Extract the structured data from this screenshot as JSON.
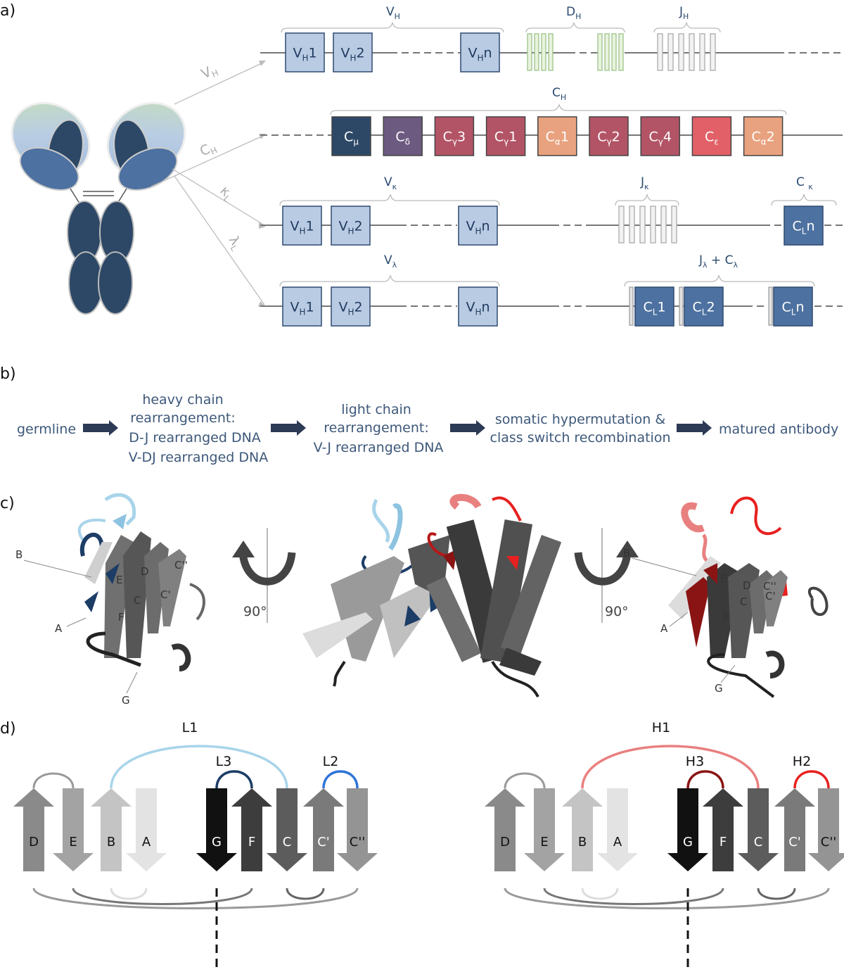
{
  "panels": {
    "a": "a)",
    "b": "b)",
    "c": "c)",
    "d": "d)"
  },
  "antibody_arrows": {
    "vh": "V",
    "vh_sub": "H",
    "ch": "C",
    "ch_sub": "H",
    "kappa": "κ",
    "kappa_sub": "L",
    "lambda": "λ",
    "lambda_sub": "L"
  },
  "heavy_v": {
    "v_group": "V",
    "v_group_sub": "H",
    "d_group": "D",
    "d_group_sub": "H",
    "j_group": "J",
    "j_group_sub": "H",
    "genes": [
      {
        "main": "V",
        "sub": "H",
        "suf": "1"
      },
      {
        "main": "V",
        "sub": "H",
        "suf": "2"
      },
      {
        "main": "V",
        "sub": "H",
        "suf": "n"
      }
    ]
  },
  "heavy_c": {
    "group": "C",
    "group_sub": "H",
    "genes": [
      {
        "main": "C",
        "sub": "μ",
        "suf": "",
        "color": "#2d4866"
      },
      {
        "main": "C",
        "sub": "δ",
        "suf": "",
        "color": "#6d5a80"
      },
      {
        "main": "C",
        "sub": "γ",
        "suf": "3",
        "color": "#b25466"
      },
      {
        "main": "C",
        "sub": "γ",
        "suf": "1",
        "color": "#b25466"
      },
      {
        "main": "C",
        "sub": "α",
        "suf": "1",
        "color": "#e9a27f"
      },
      {
        "main": "C",
        "sub": "γ",
        "suf": "2",
        "color": "#b25466"
      },
      {
        "main": "C",
        "sub": "γ",
        "suf": "4",
        "color": "#b25466"
      },
      {
        "main": "C",
        "sub": "ε",
        "suf": "",
        "color": "#e26067"
      },
      {
        "main": "C",
        "sub": "α",
        "suf": "2",
        "color": "#e9a27f"
      }
    ]
  },
  "kappa": {
    "v_group": "V",
    "v_group_sub": "κ",
    "j_group": "J",
    "j_group_sub": "κ",
    "c_group": "C ",
    "c_group_sub": "κ",
    "genes": [
      {
        "main": "V",
        "sub": "H",
        "suf": "1"
      },
      {
        "main": "V",
        "sub": "H",
        "suf": "2"
      },
      {
        "main": "V",
        "sub": "H",
        "suf": "n"
      }
    ],
    "c_gene": {
      "main": "C",
      "sub": "L",
      "suf": "n"
    }
  },
  "lambda": {
    "v_group": "V",
    "v_group_sub": "λ",
    "jc_group_a": "J",
    "jc_group_a_sub": "λ",
    "jc_group_plus": " + C",
    "jc_group_b_sub": "λ",
    "genes": [
      {
        "main": "V",
        "sub": "H",
        "suf": "1"
      },
      {
        "main": "V",
        "sub": "H",
        "suf": "2"
      },
      {
        "main": "V",
        "sub": "H",
        "suf": "n"
      }
    ],
    "c_genes": [
      {
        "main": "C",
        "sub": "L",
        "suf": "1"
      },
      {
        "main": "C",
        "sub": "L",
        "suf": "2"
      },
      {
        "main": "C",
        "sub": "L",
        "suf": "n"
      }
    ]
  },
  "flow": {
    "germline": "germline",
    "heavy": [
      "heavy chain",
      "rearrangement:",
      "D-J rearranged DNA",
      "V-DJ rearranged DNA"
    ],
    "light": [
      "light chain",
      "rearrangement:",
      "V-J rearranged DNA"
    ],
    "somatic": [
      "somatic hypermutation &",
      "class switch recombination"
    ],
    "matured": "matured antibody"
  },
  "structure": {
    "rotation": "90°",
    "left_labels": [
      "B",
      "A",
      "G",
      "E",
      "D",
      "C''",
      "C",
      "C'",
      "F"
    ],
    "right_labels": [
      "B",
      "A",
      "G",
      "E",
      "D",
      "C''",
      "C",
      "C'",
      "F"
    ]
  },
  "topology": {
    "light": {
      "loop1": "L1",
      "loop2": "L2",
      "loop3": "L3",
      "loop1_color": "#a8d4ea",
      "loop2_color": "#2e74d8",
      "loop3_color": "#1c3d66"
    },
    "heavy": {
      "loop1": "H1",
      "loop2": "H2",
      "loop3": "H3",
      "loop1_color": "#e98080",
      "loop2_color": "#e82020",
      "loop3_color": "#8a1414"
    },
    "strands": [
      "D",
      "E",
      "B",
      "A",
      "G",
      "F",
      "C",
      "C'",
      "C''"
    ]
  }
}
